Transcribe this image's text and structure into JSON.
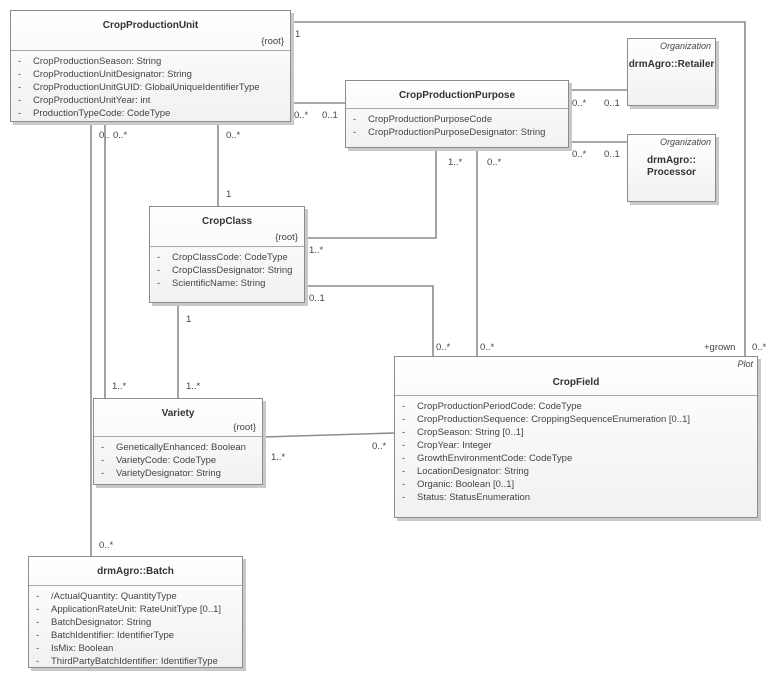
{
  "classes": {
    "crop_production_unit": {
      "name": "CropProductionUnit",
      "tag": "{root}",
      "attributes": [
        "CropProductionSeason: String",
        "CropProductionUnitDesignator: String",
        "CropProductionUnitGUID: GlobalUniqueIdentifierType",
        "CropProductionUnitYear: int",
        "ProductionTypeCode: CodeType"
      ]
    },
    "crop_production_purpose": {
      "name": "CropProductionPurpose",
      "attributes": [
        "CropProductionPurposeCode",
        "CropProductionPurposeDesignator: String"
      ]
    },
    "retailer": {
      "stereotype": "Organization",
      "name": "drmAgro::Retailer"
    },
    "processor": {
      "stereotype": "Organization",
      "name_line1": "drmAgro::",
      "name_line2": "Processor"
    },
    "crop_class": {
      "name": "CropClass",
      "tag": "{root}",
      "attributes": [
        "CropClassCode: CodeType",
        "CropClassDesignator: String",
        "ScientificName: String"
      ]
    },
    "variety": {
      "name": "Variety",
      "tag": "{root}",
      "attributes": [
        "GeneticallyEnhanced: Boolean",
        "VarietyCode: CodeType",
        "VarietyDesignator: String"
      ]
    },
    "crop_field": {
      "stereotype": "Plot",
      "name": "CropField",
      "attributes": [
        "CropProductionPeriodCode: CodeType",
        "CropProductionSequence: CroppingSequenceEnumeration [0..1]",
        "CropSeason: String [0..1]",
        "CropYear: Integer",
        "GrowthEnvironmentCode: CodeType",
        "LocationDesignator: String",
        "Organic: Boolean [0..1]",
        "Status: StatusEnumeration"
      ]
    },
    "batch": {
      "name": "drmAgro::Batch",
      "attributes": [
        "/ActualQuantity: QuantityType",
        "ApplicationRateUnit: RateUnitType [0..1]",
        "BatchDesignator: String",
        "BatchIdentifier: IdentifierType",
        "IsMix: Boolean",
        "ThirdPartyBatchIdentifier: IdentifierType"
      ]
    }
  },
  "labels": {
    "cpu_top": "1",
    "cpu_purpose_src": "0..*",
    "purpose_cpu_end": "0..1",
    "purpose_retailer": "0..*",
    "retailer_end": "0..1",
    "purpose_processor": "0..*",
    "processor_end": "0..1",
    "cpu_batch_left": "0..",
    "cpu_variety_mult": "0..*",
    "cpu_cropclass_src": "0..*",
    "cropclass_end": "1",
    "purpose_cropclass_src": "1..*",
    "purpose_cropfield_src": "0..*",
    "cropclass_purpose_end": "1..*",
    "cropclass_field_src": "0..1",
    "cropclass_variety_src": "1",
    "field_from_class": "0..*",
    "field_from_purpose": "0..*",
    "grown_role": "+grown",
    "grown_mult": "0..*",
    "variety_from_cpu": "1..*",
    "variety_from_class": "1..*",
    "variety_field_src": "1..*",
    "field_variety_end": "0..*",
    "batch_end": "0..*"
  }
}
